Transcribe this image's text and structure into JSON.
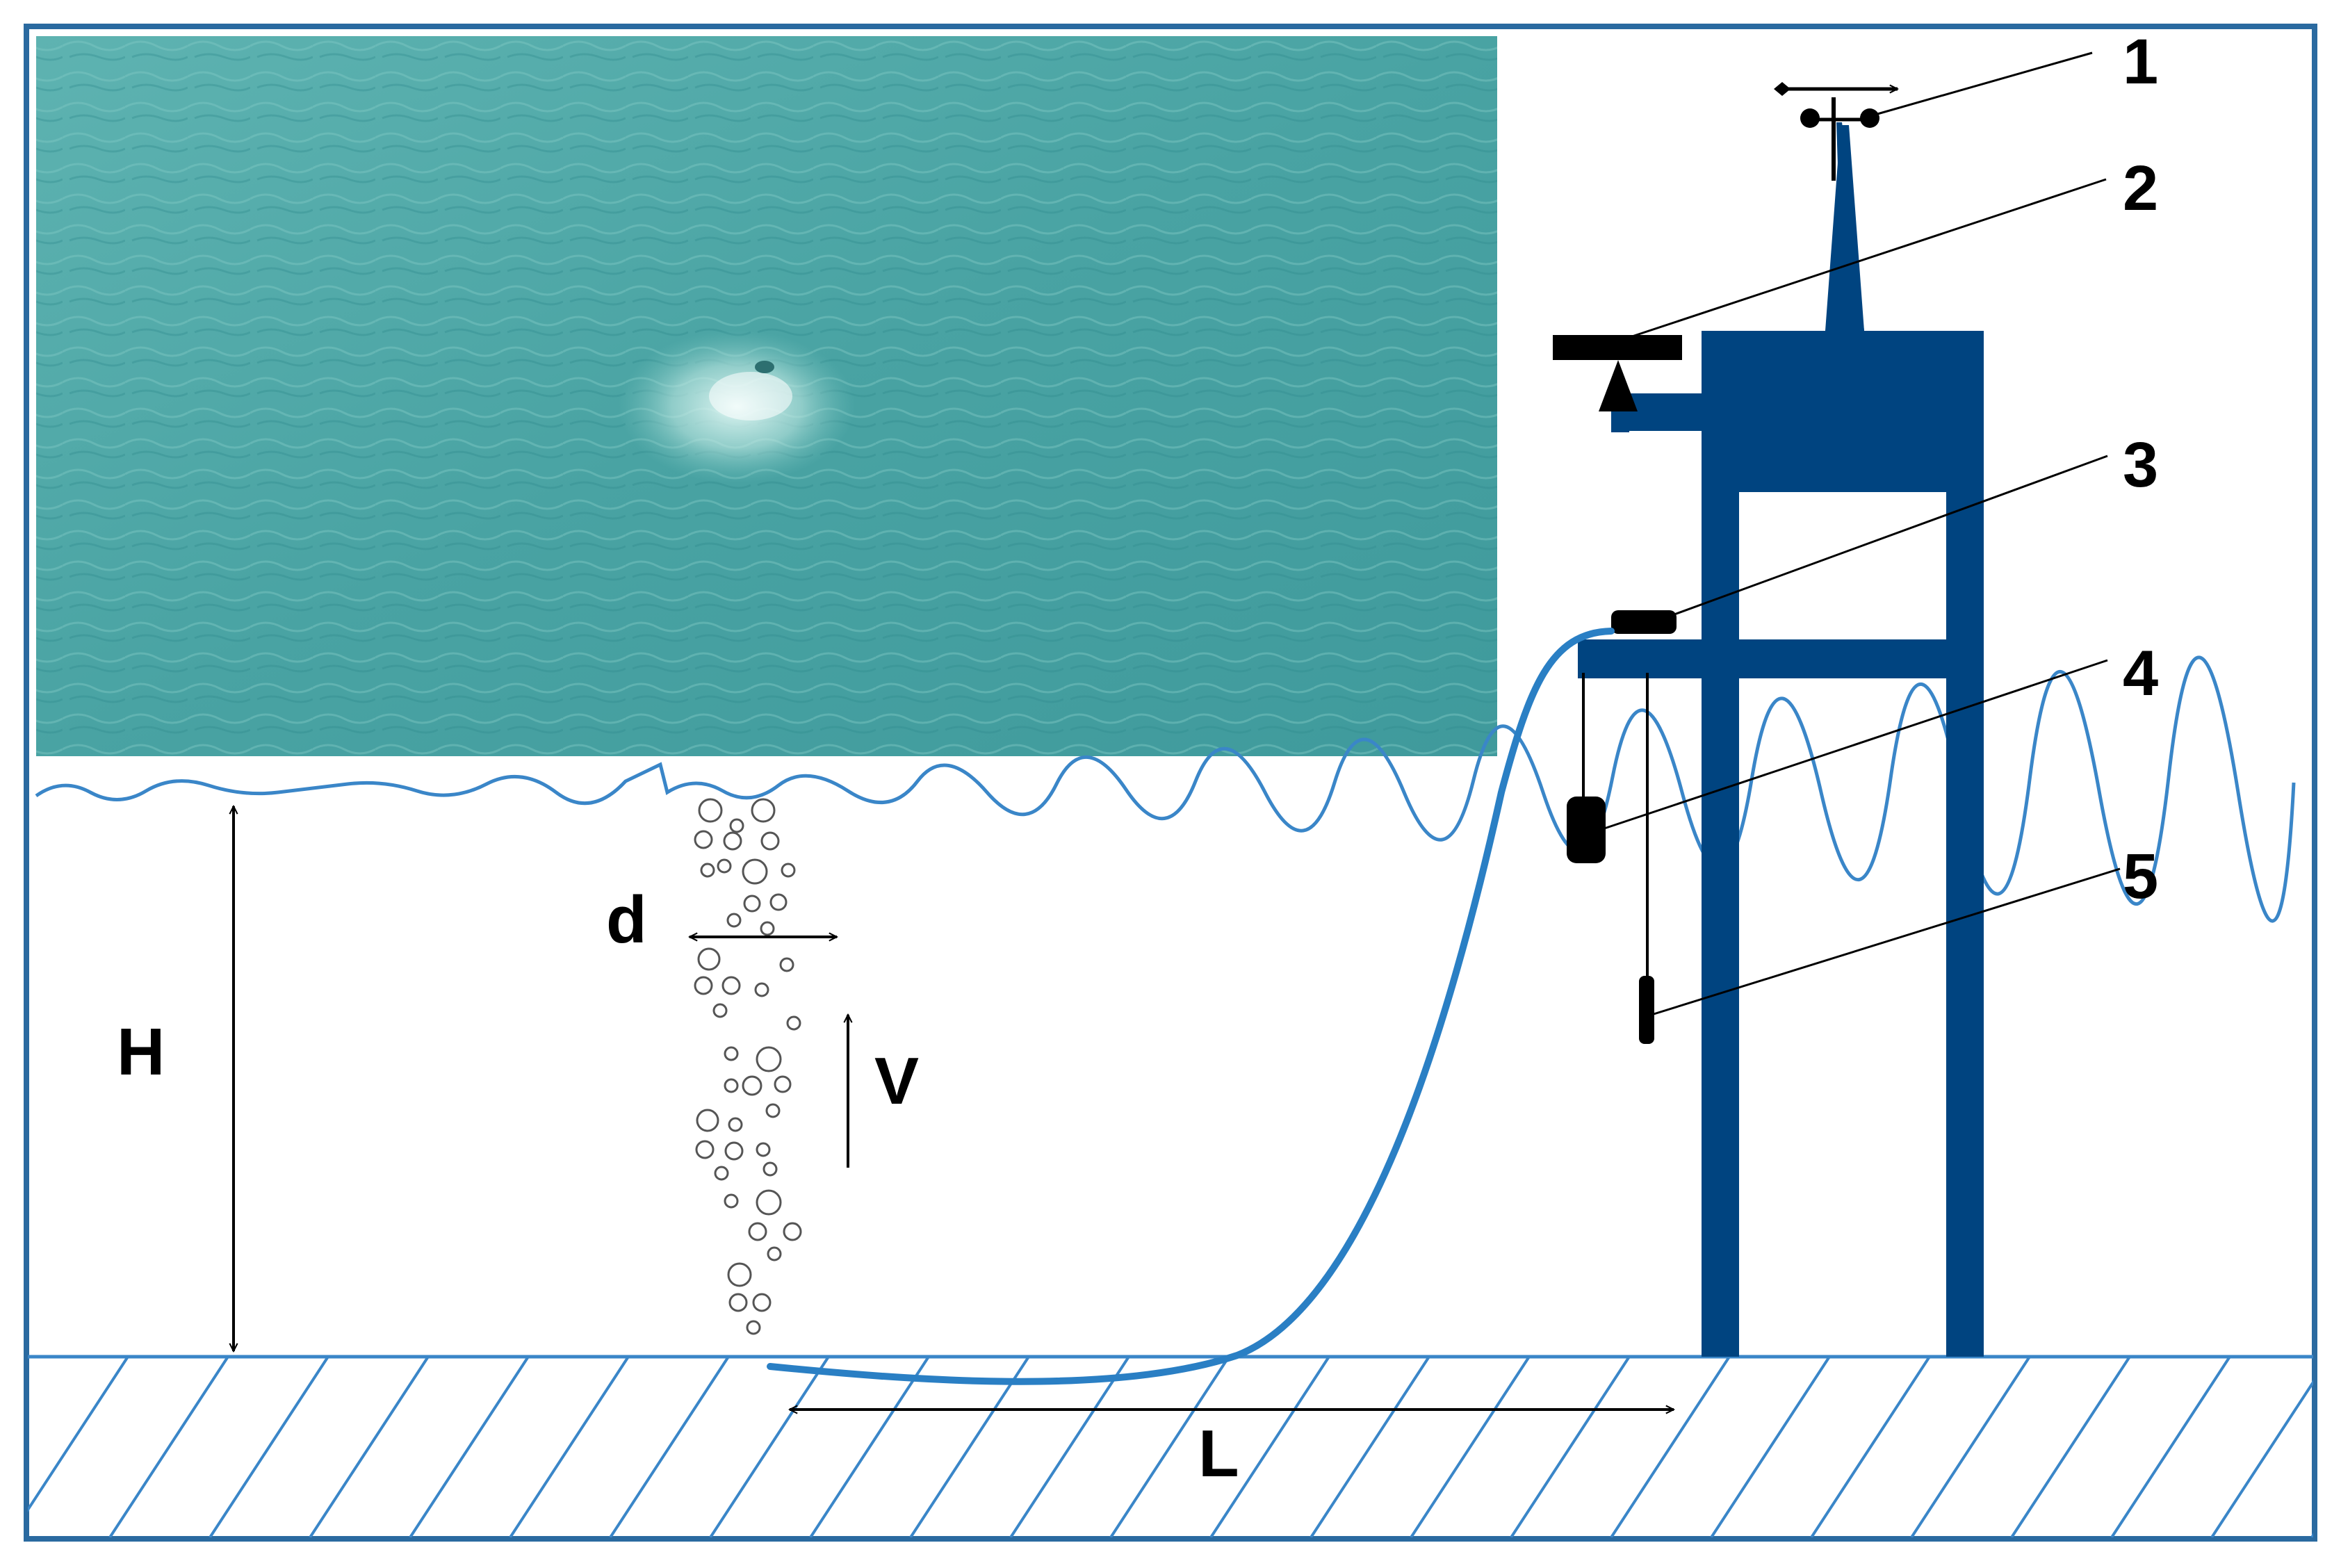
{
  "labels": {
    "numbers": [
      "1",
      "2",
      "3",
      "4",
      "5"
    ],
    "bubble_diameter": "d",
    "depth": "H",
    "velocity": "V",
    "distance": "L"
  },
  "colors": {
    "structure": "#004480",
    "water_line": "#3a86c8",
    "seabed_line": "#3a86c8",
    "hose": "#2a7fc4",
    "sea_photo": "#4fa9a9",
    "frame": "#2a6aa0",
    "ink": "#000000"
  },
  "photo": {
    "description_icon": "sea-surface-photo-icon"
  }
}
